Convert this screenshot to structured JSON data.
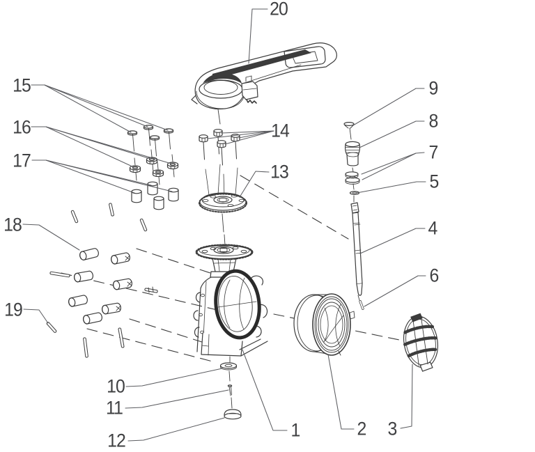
{
  "figure": {
    "description": "Exploded view parts diagram of a lever-operated butterfly valve",
    "background_color": "#ffffff",
    "line_color": "#3b3b3b",
    "bold_line_color": "#2a2a2a",
    "leader_line_color": "#5b5c60",
    "label_color": "#3f4042",
    "part_labels": [
      {
        "number": "1"
      },
      {
        "number": "2"
      },
      {
        "number": "3"
      },
      {
        "number": "4"
      },
      {
        "number": "5"
      },
      {
        "number": "6"
      },
      {
        "number": "7"
      },
      {
        "number": "8"
      },
      {
        "number": "9"
      },
      {
        "number": "10"
      },
      {
        "number": "11"
      },
      {
        "number": "12"
      },
      {
        "number": "13"
      },
      {
        "number": "14"
      },
      {
        "number": "15"
      },
      {
        "number": "16"
      },
      {
        "number": "17"
      },
      {
        "number": "18"
      },
      {
        "number": "19"
      },
      {
        "number": "20"
      }
    ]
  }
}
